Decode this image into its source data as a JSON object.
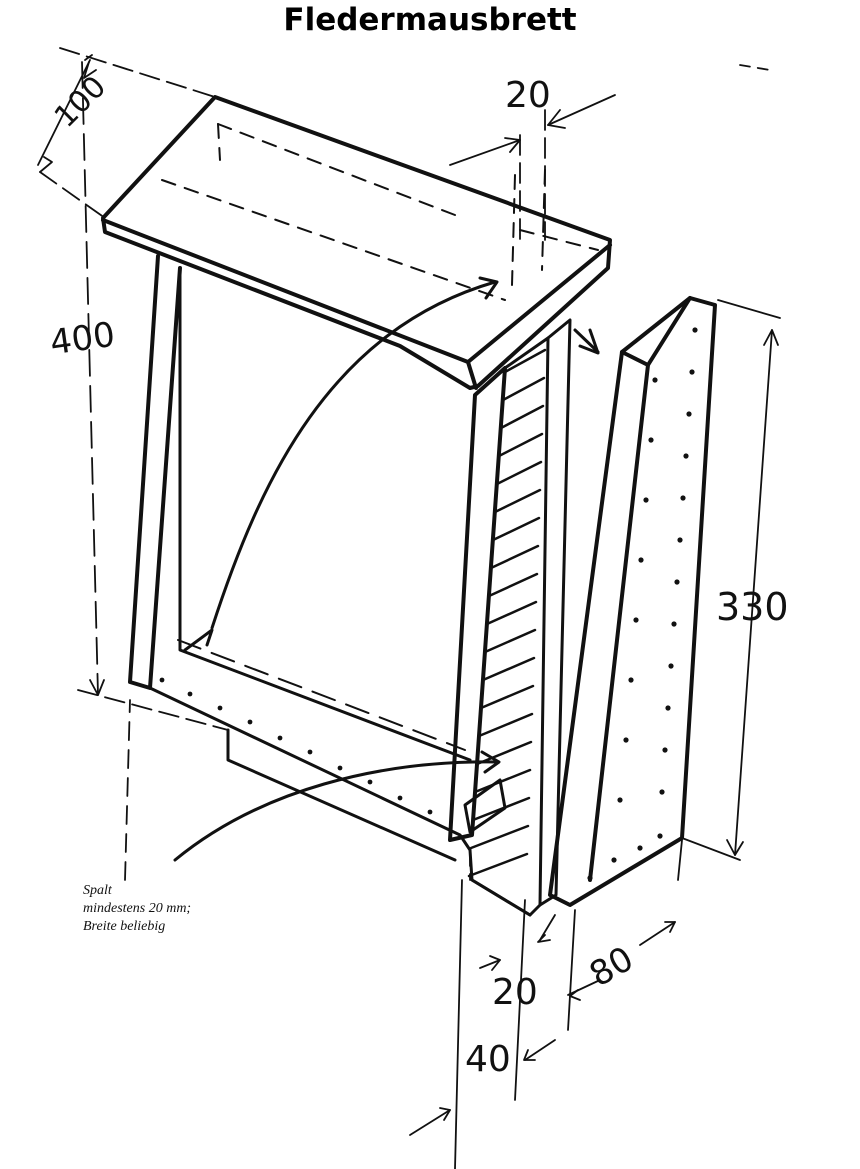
{
  "title": "Fledermausbrett",
  "dimensions": {
    "roof_depth": "100",
    "front_gap_top": "20",
    "height_back": "400",
    "height_front_panel": "330",
    "gap_bottom": "20",
    "panel_depth": "80",
    "total_depth": "40"
  },
  "note": {
    "line1": "Spalt",
    "line2": "mindestens 20 mm;",
    "line3": "Breite beliebig"
  }
}
